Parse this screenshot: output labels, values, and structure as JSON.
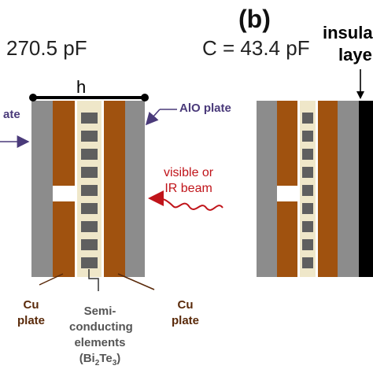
{
  "panel_a": {
    "capacitance": "270.5 pF",
    "h_label": "h",
    "left_plate_label": "ate",
    "alo_plate_label": "AlO plate",
    "cu_plate_left": [
      "Cu",
      "plate"
    ],
    "cu_plate_right": [
      "Cu",
      "plate"
    ],
    "semiconducting": [
      "Semi-",
      "conducting",
      "elements"
    ],
    "formula": {
      "base1": "(Bi",
      "sub1": "2",
      "base2": "Te",
      "sub2": "3",
      "end": ")"
    },
    "beam_label": [
      "visible or",
      "IR beam"
    ]
  },
  "panel_b": {
    "letter": "b",
    "capacitance": "C = 43.4 pF",
    "insulating": [
      "insula",
      "laye"
    ]
  },
  "colors": {
    "alo": "#8c8c8c",
    "cu": "#a0520f",
    "cream": "#efe7c9",
    "element": "#5f5f5f",
    "insulator": "#000000",
    "purple": "#4a3a7a",
    "red": "#c0141a",
    "brown_line": "#5a2a0a"
  }
}
